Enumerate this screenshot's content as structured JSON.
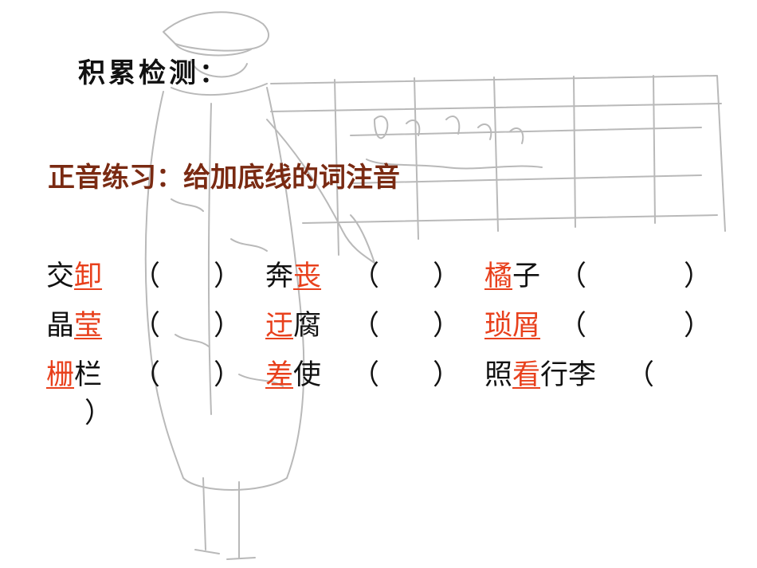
{
  "heading": "积累检测：",
  "subheading": "正音练习：给加底线的词注音",
  "colors": {
    "highlight": "#e8401c",
    "subheading": "#7a2a12",
    "text": "#111111",
    "sketch": "#b9b9b9"
  },
  "background_image": "sketch-figure-icon",
  "items": [
    {
      "pre": "交",
      "hl": "卸",
      "post": "",
      "open": "（",
      "close": "）"
    },
    {
      "pre": "奔",
      "hl": "丧",
      "post": "",
      "open": "（",
      "close": "）"
    },
    {
      "pre": "",
      "hl": "橘",
      "post": "子",
      "open": "（",
      "close": "）"
    },
    {
      "pre": "晶",
      "hl": "莹",
      "post": "",
      "open": "（",
      "close": "）"
    },
    {
      "pre": "",
      "hl": "迂",
      "post": "腐",
      "open": "（",
      "close": "）"
    },
    {
      "pre": "",
      "hl": "琐",
      "post": "",
      "hl2": "屑",
      "open": "（",
      "close": "）"
    },
    {
      "pre": "",
      "hl": "栅",
      "post": "栏",
      "open": "（",
      "close": "）"
    },
    {
      "pre": "",
      "hl": "差",
      "post": "使",
      "open": "（",
      "close": "）"
    },
    {
      "pre": "照",
      "hl": "看",
      "post": "行李",
      "open": "（",
      "close": "）"
    }
  ]
}
